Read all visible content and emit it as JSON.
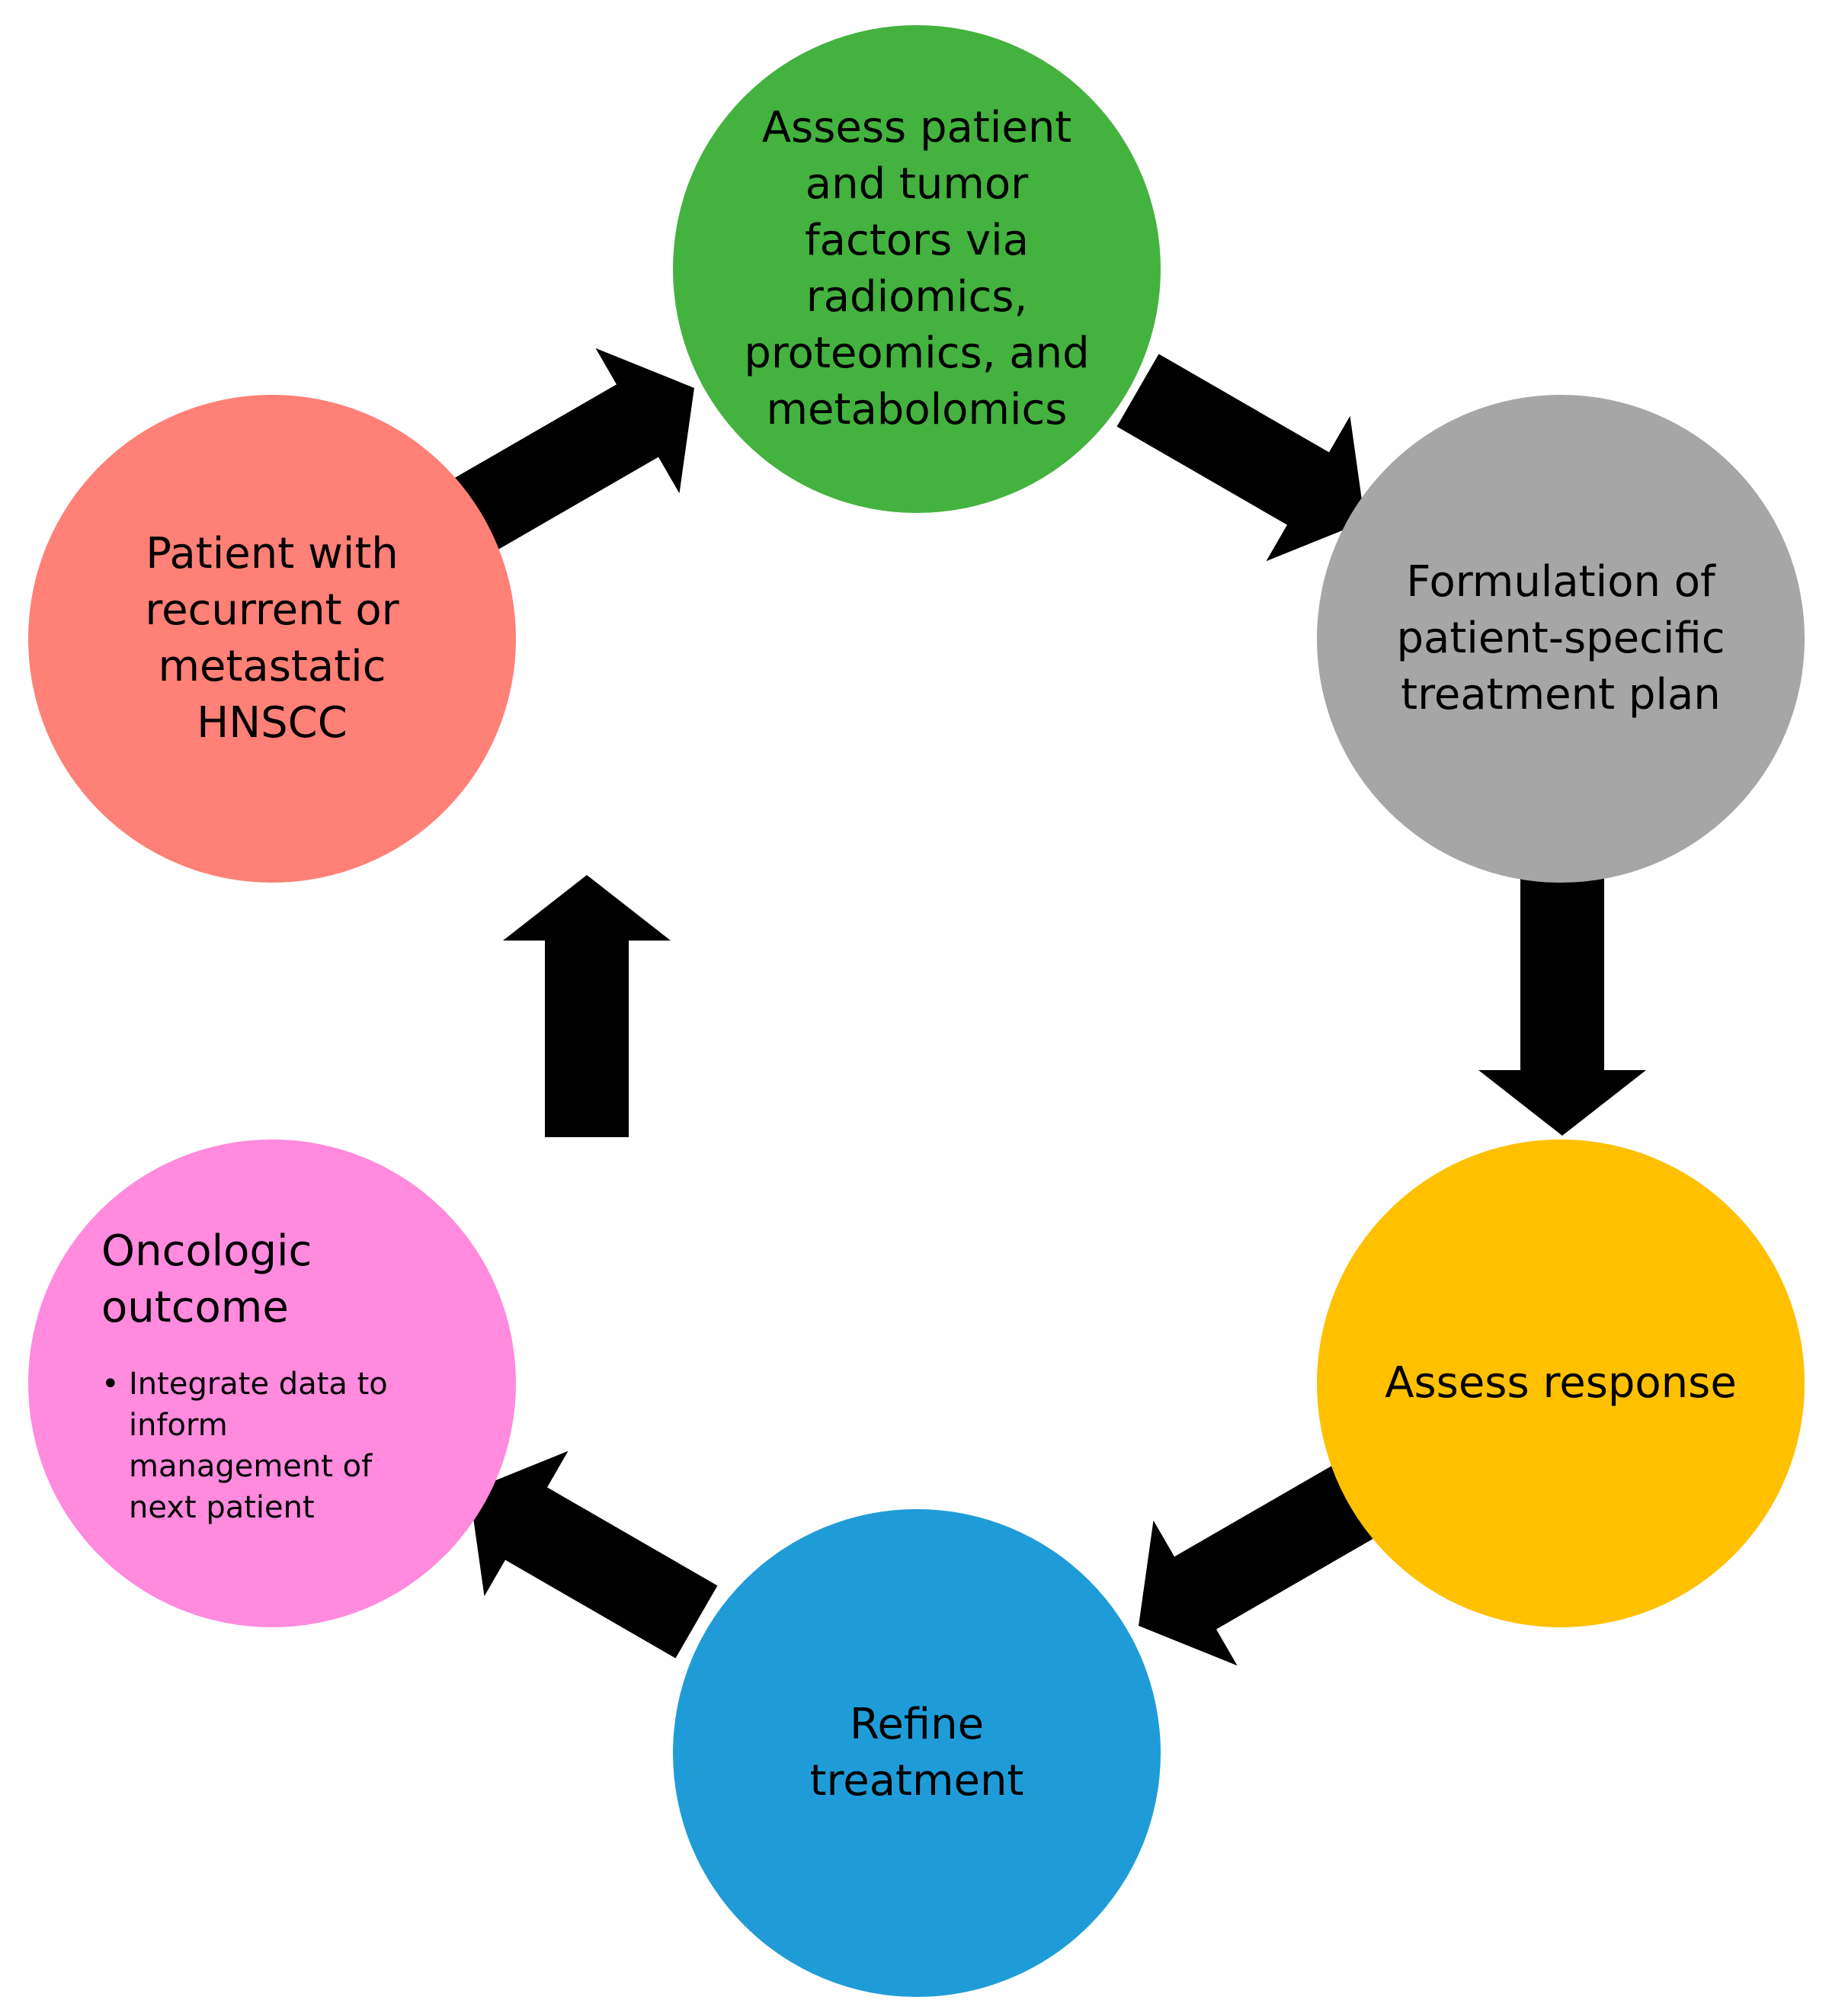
{
  "nodes": [
    {
      "id": "assess-factors",
      "label": "Assess patient\nand tumor\nfactors via\nradiomics,\nproteomics, and\nmetabolomics",
      "color": "#44B23E"
    },
    {
      "id": "treatment-plan",
      "label": "Formulation of\npatient-specific\ntreatment plan",
      "color": "#A6A6A6"
    },
    {
      "id": "assess-response",
      "label": "Assess response",
      "color": "#FFC000"
    },
    {
      "id": "refine-treatment",
      "label": "Refine\ntreatment",
      "color": "#1F9CD8"
    },
    {
      "id": "oncologic-outcome",
      "label": "Oncologic\noutcome",
      "color": "#FF8ADE",
      "bullets": [
        "Integrate data to\ninform\nmanagement of\nnext patient"
      ]
    },
    {
      "id": "patient",
      "label": "Patient with\nrecurrent or\nmetastatic\nHNSCC",
      "color": "#FF8076"
    }
  ],
  "arrow_color": "#000000",
  "arrow_icon": "block-arrow-icon"
}
